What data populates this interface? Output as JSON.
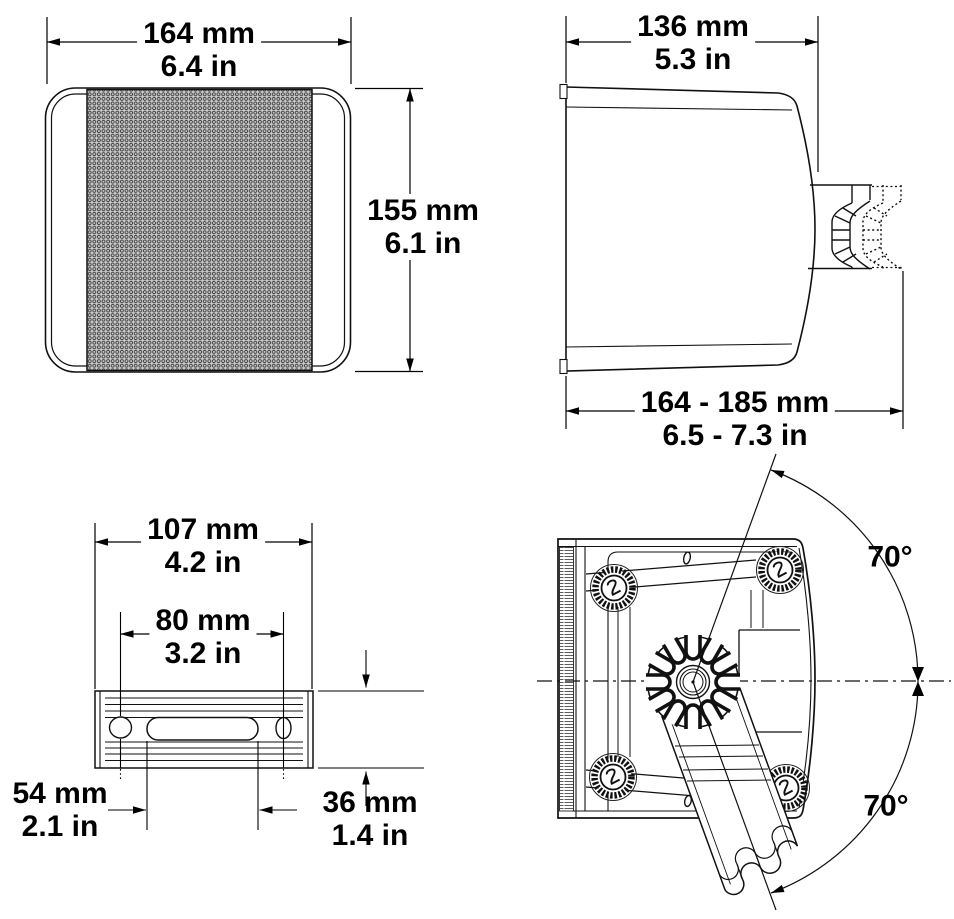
{
  "diagram": {
    "front_view": {
      "width_mm": "164 mm",
      "width_in": "6.4 in",
      "height_mm": "155 mm",
      "height_in": "6.1 in"
    },
    "side_view": {
      "depth_mm": "136 mm",
      "depth_in": "5.3 in",
      "depth_range_mm": "164 - 185 mm",
      "depth_range_in": "6.5 - 7.3 in"
    },
    "bracket_view": {
      "width_mm": "107 mm",
      "width_in": "4.2 in",
      "hole_spacing_mm": "80 mm",
      "hole_spacing_in": "3.2 in",
      "slot_mm": "54 mm",
      "slot_in": "2.1 in",
      "height_mm": "36 mm",
      "height_in": "1.4 in"
    },
    "rear_view": {
      "tilt_up_angle": "70°",
      "tilt_down_angle": "70°"
    }
  }
}
